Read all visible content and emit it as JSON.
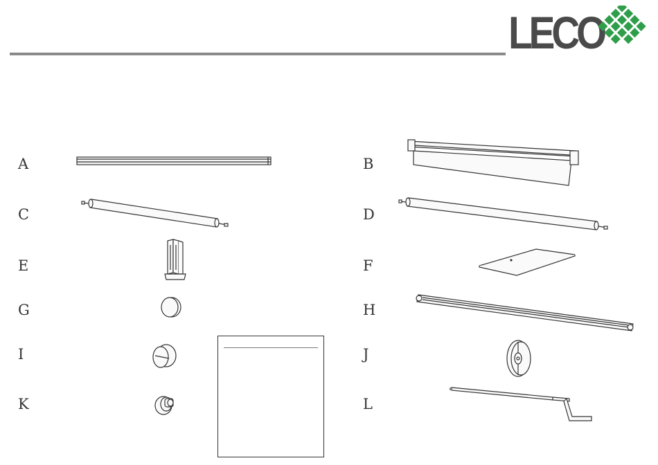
{
  "header": {
    "logo_text": "LECO",
    "brand_color": "#2f9e4a",
    "text_color": "#4a4a4a"
  },
  "parts": [
    {
      "letter": "A",
      "icon": "rail-icon"
    },
    {
      "letter": "B",
      "icon": "screen-case-icon"
    },
    {
      "letter": "C",
      "icon": "roller-icon"
    },
    {
      "letter": "D",
      "icon": "roller-icon"
    },
    {
      "letter": "E",
      "icon": "bracket-icon"
    },
    {
      "letter": "F",
      "icon": "plate-icon"
    },
    {
      "letter": "G",
      "icon": "round-cap-icon"
    },
    {
      "letter": "H",
      "icon": "bar-icon"
    },
    {
      "letter": "I",
      "icon": "end-cap-icon"
    },
    {
      "letter": "J",
      "icon": "wheel-icon"
    },
    {
      "letter": "K",
      "icon": "knob-icon"
    },
    {
      "letter": "L",
      "icon": "crank-handle-icon"
    }
  ]
}
